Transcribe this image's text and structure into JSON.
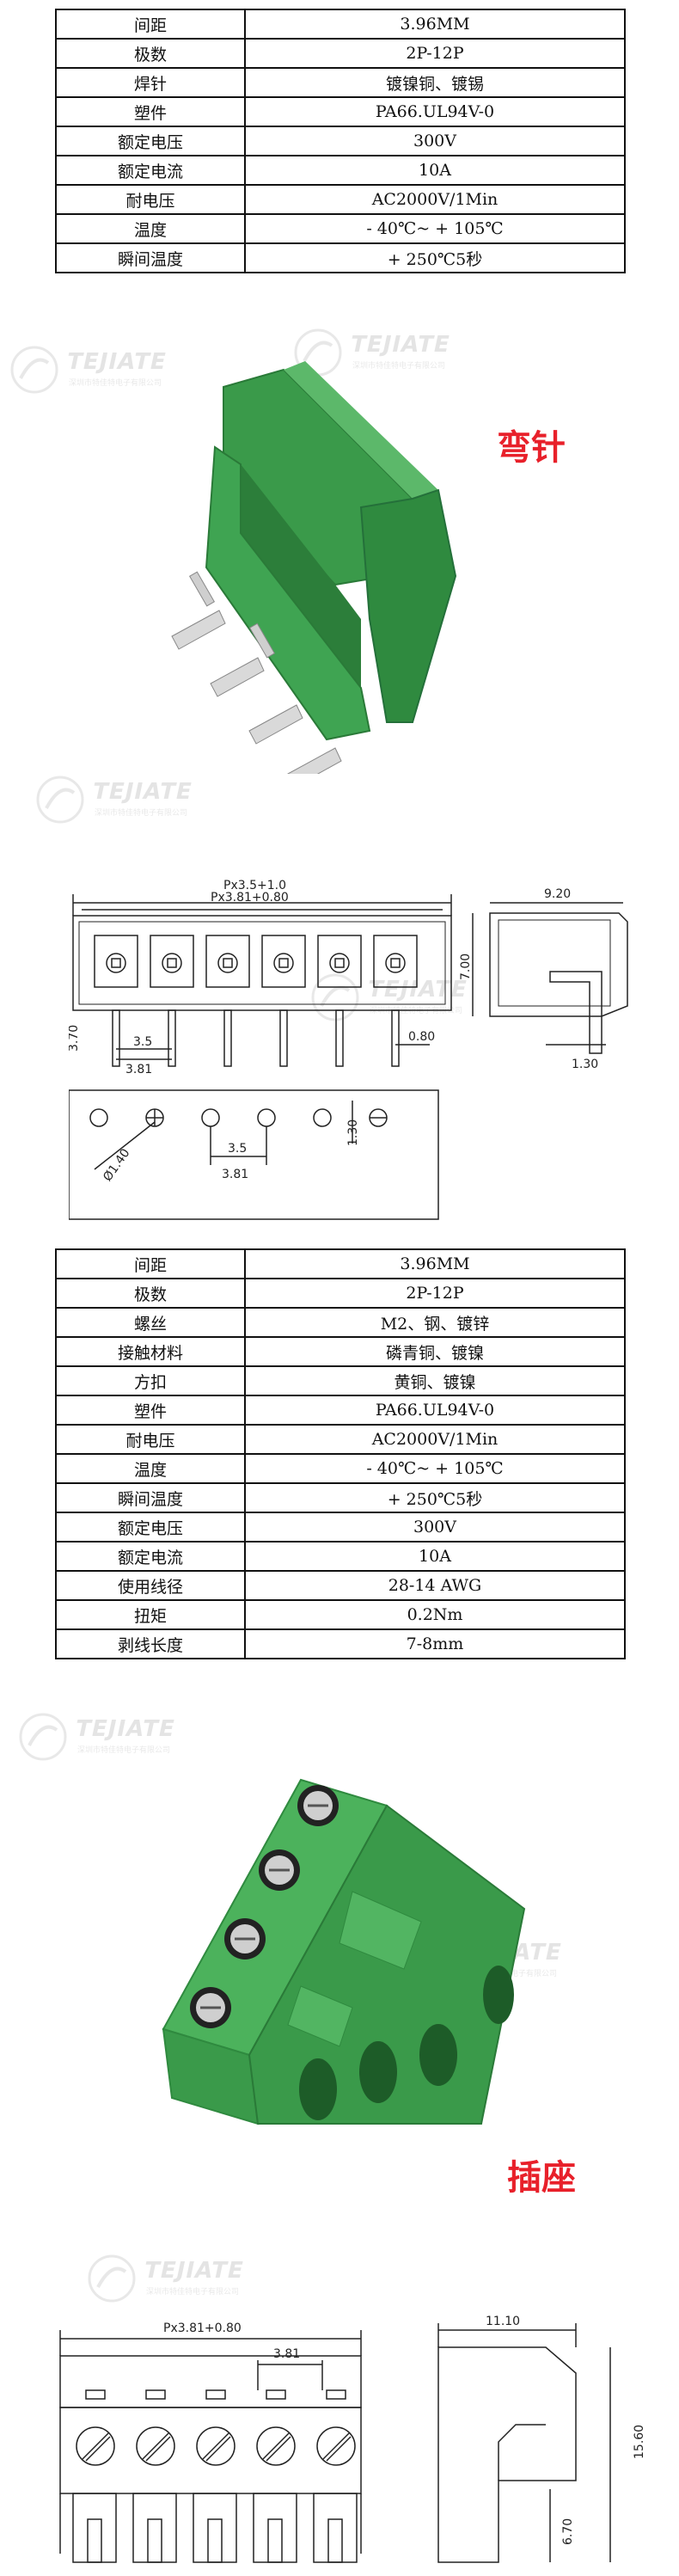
{
  "spec_table_1": {
    "rows": [
      {
        "label": "间距",
        "value": "3.96MM"
      },
      {
        "label": "极数",
        "value": "2P-12P"
      },
      {
        "label": "焊针",
        "value": "镀镍铜、镀锡"
      },
      {
        "label": "塑件",
        "value": "PA66.UL94V-0"
      },
      {
        "label": "额定电压",
        "value": "300V"
      },
      {
        "label": "额定电流",
        "value": "10A"
      },
      {
        "label": "耐电压",
        "value": "AC2000V/1Min"
      },
      {
        "label": "温度",
        "value": "- 40℃~ + 105℃"
      },
      {
        "label": "瞬间温度",
        "value": "+ 250℃5秒"
      }
    ]
  },
  "section_bent": {
    "label": "弯针"
  },
  "drawing_bent": {
    "dims": {
      "pitch_total": "Px3.5+1.0",
      "pitch_inner": "Px3.81+0.80",
      "height": "3.70",
      "pitch_a": "3.5",
      "pitch_b": "3.81",
      "pin_w": "0.80",
      "side_width": "9.20",
      "side_height": "7.00",
      "side_pin": "1.30",
      "hole_dia": "Ø1.40",
      "hole_pitch_a": "3.5",
      "hole_pitch_b": "3.81",
      "hole_offset": "1.30"
    }
  },
  "spec_table_2": {
    "rows": [
      {
        "label": "间距",
        "value": "3.96MM"
      },
      {
        "label": "极数",
        "value": "2P-12P"
      },
      {
        "label": "螺丝",
        "value": "M2、钢、镀锌"
      },
      {
        "label": "接触材料",
        "value": "磷青铜、镀镍"
      },
      {
        "label": "方扣",
        "value": "黄铜、镀镍"
      },
      {
        "label": "塑件",
        "value": "PA66.UL94V-0"
      },
      {
        "label": "耐电压",
        "value": "AC2000V/1Min"
      },
      {
        "label": "温度",
        "value": "- 40℃~ + 105℃"
      },
      {
        "label": "瞬间温度",
        "value": "+ 250℃5秒"
      },
      {
        "label": "额定电压",
        "value": "300V"
      },
      {
        "label": "额定电流",
        "value": "10A"
      },
      {
        "label": "使用线径",
        "value": "28-14 AWG"
      },
      {
        "label": "扭矩",
        "value": "0.2Nm"
      },
      {
        "label": "剥线长度",
        "value": "7-8mm"
      }
    ]
  },
  "section_plug": {
    "label": "插座"
  },
  "drawing_plug": {
    "dims": {
      "pitch_total": "Px3.81+0.80",
      "pitch": "3.81",
      "side_width": "11.10",
      "side_height": "15.60",
      "pin_len": "6.70"
    }
  },
  "watermark": {
    "brand": "TEJIATE",
    "sub": "深圳市特佳特电子有限公司"
  },
  "colors": {
    "housing_green": "#3a9a4a",
    "label_red": "#e8202a",
    "line": "#222222"
  }
}
